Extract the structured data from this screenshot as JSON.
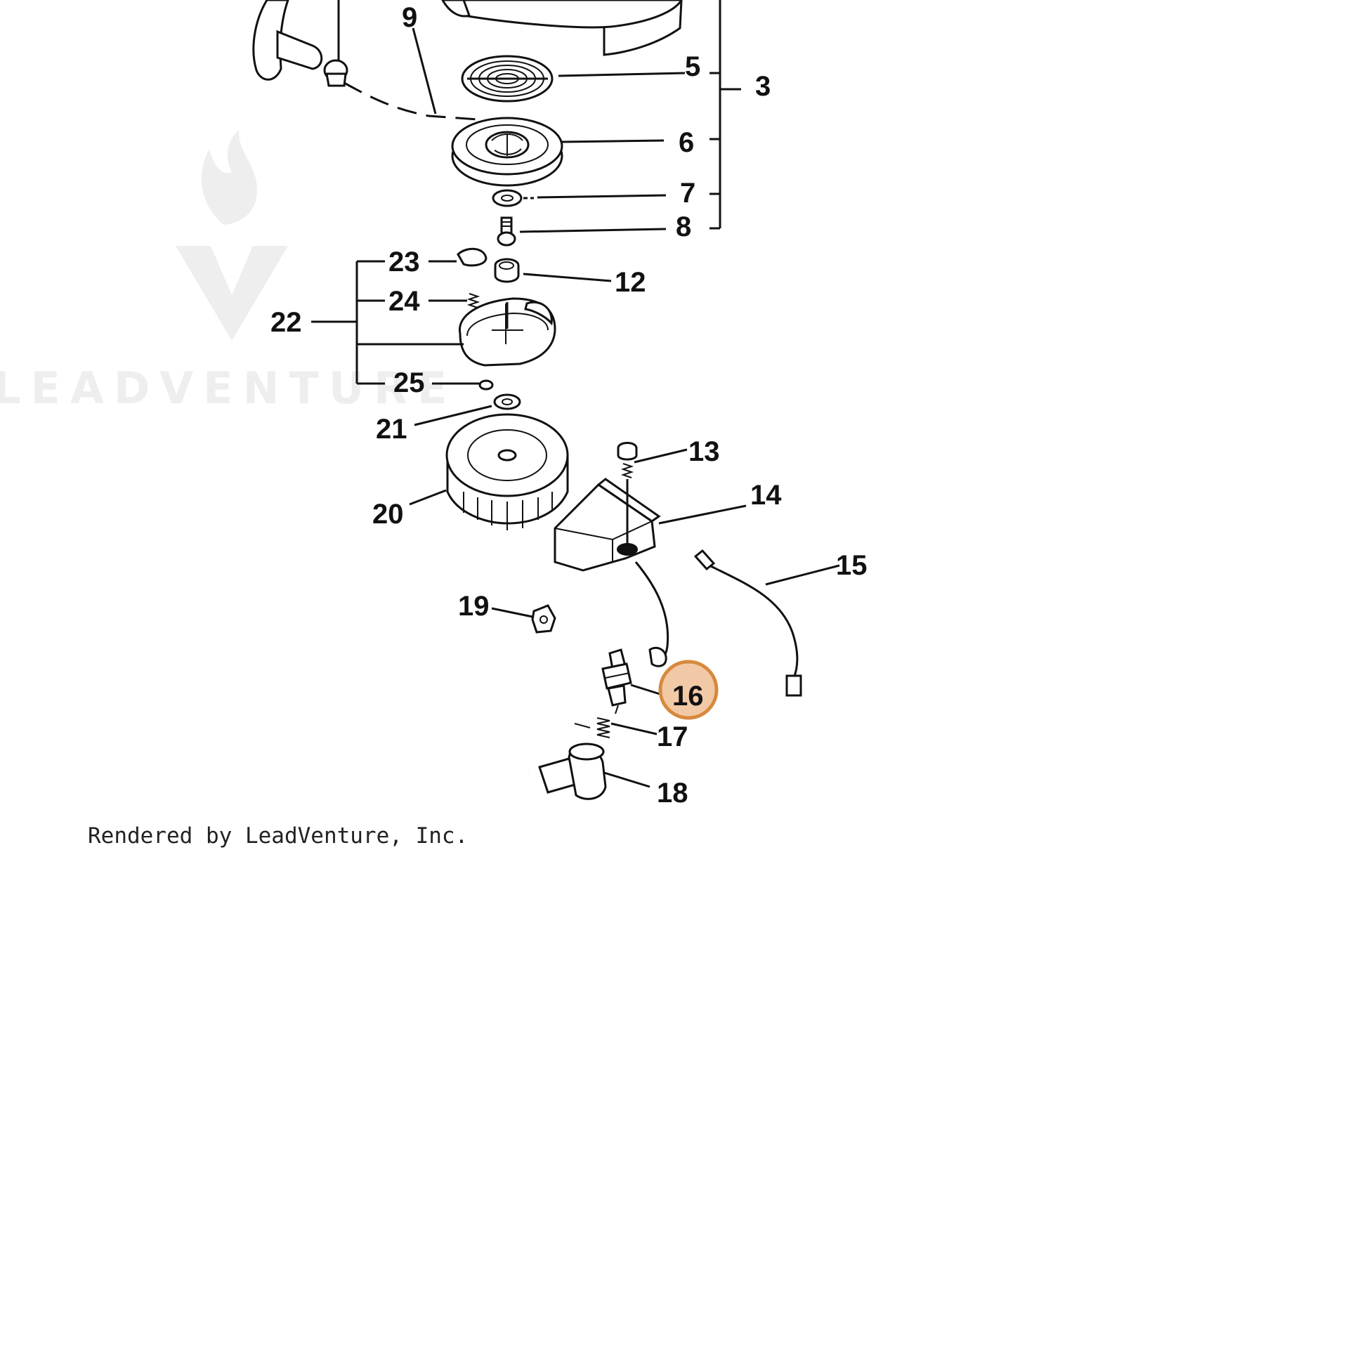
{
  "diagram": {
    "callouts": {
      "c3": "3",
      "c5": "5",
      "c6": "6",
      "c7": "7",
      "c8": "8",
      "c9": "9",
      "c12": "12",
      "c13": "13",
      "c14": "14",
      "c15": "15",
      "c16": "16",
      "c17": "17",
      "c18": "18",
      "c19": "19",
      "c20": "20",
      "c21": "21",
      "c22": "22",
      "c23": "23",
      "c24": "24",
      "c25": "25"
    },
    "highlighted_callout": "16",
    "highlight_color": "#f2c9a6",
    "highlight_border_color": "#d7893e"
  },
  "watermark": {
    "text": "LEADVENTURE"
  },
  "footer": {
    "text": "Rendered by LeadVenture, Inc."
  }
}
